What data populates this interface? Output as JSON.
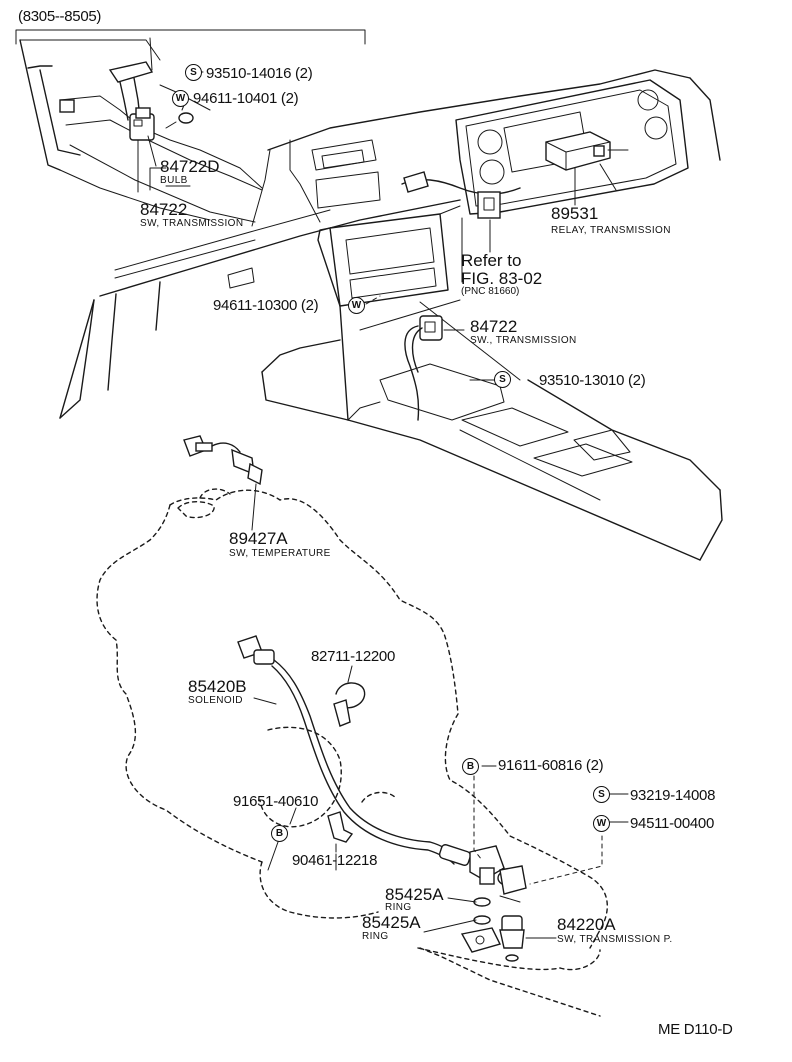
{
  "header": {
    "date_range": "(8305--8505)"
  },
  "symbols": {
    "S": "S",
    "W": "W",
    "B": "B"
  },
  "parts": {
    "p93510_14016": {
      "number": "93510-14016 (2)"
    },
    "p94611_10401": {
      "number": "94611-10401 (2)"
    },
    "p84722D": {
      "number": "84722D",
      "name": "BULB"
    },
    "p84722_top": {
      "number": "84722",
      "name": "SW, TRANSMISSION"
    },
    "p89531": {
      "number": "89531",
      "name": "RELAY, TRANSMISSION"
    },
    "ref": {
      "line1": "Refer to",
      "line2": "FIG. 83-02",
      "line3": "(PNC 81660)"
    },
    "p94611_10300": {
      "number": "94611-10300 (2)"
    },
    "p84722_mid": {
      "number": "84722",
      "name": "SW., TRANSMISSION"
    },
    "p93510_13010": {
      "number": "93510-13010 (2)"
    },
    "p89427A": {
      "number": "89427A",
      "name": "SW, TEMPERATURE"
    },
    "p82711_12200": {
      "number": "82711-12200"
    },
    "p85420B": {
      "number": "85420B",
      "name": "SOLENOID"
    },
    "p91611_60816": {
      "number": "91611-60816 (2)"
    },
    "p93219_14008": {
      "number": "93219-14008"
    },
    "p94511_00400": {
      "number": "94511-00400"
    },
    "p91651_40610": {
      "number": "91651-40610"
    },
    "p90461_12218": {
      "number": "90461-12218"
    },
    "p85425A_1": {
      "number": "85425A",
      "name": "RING"
    },
    "p85425A_2": {
      "number": "85425A",
      "name": "RING"
    },
    "p84220A": {
      "number": "84220A",
      "name": "SW, TRANSMISSION P."
    }
  },
  "footer": {
    "code": "ME  D110-D"
  }
}
